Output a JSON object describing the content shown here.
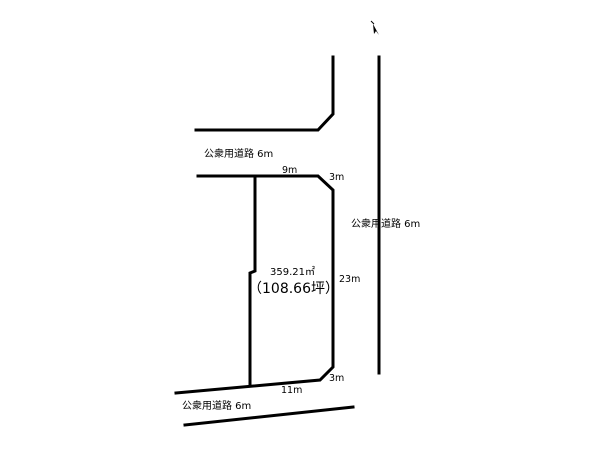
{
  "roads": {
    "north": "公衆用道路 6m",
    "east": "公衆用道路 6m",
    "south": "公衆用道路 6m"
  },
  "lot": {
    "area": "359.21㎡",
    "tsubo": "（108.66坪）"
  },
  "dimensions": {
    "north_side": "9m",
    "north_corner": "3m",
    "east_side": "23m",
    "south_corner": "3m",
    "south_side": "11m"
  },
  "colors": {
    "line": "#000000",
    "background": "#ffffff"
  },
  "icons": {
    "north_arrow": "north-arrow-icon"
  }
}
